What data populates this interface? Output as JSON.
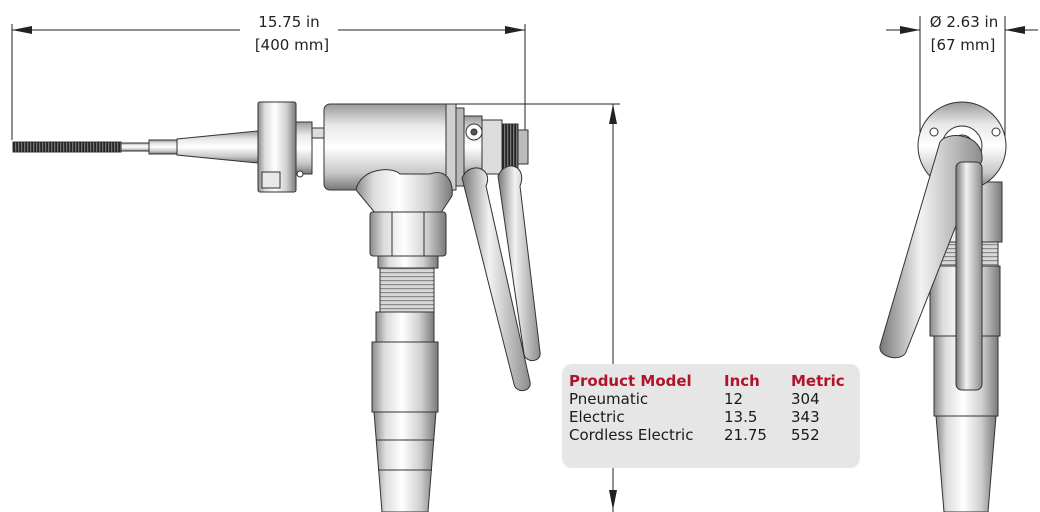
{
  "dimensions": {
    "length_in": "15.75 in",
    "length_mm": "[400 mm]",
    "diameter_in": "Ø 2.63 in",
    "diameter_mm": "[67 mm]"
  },
  "spec_table": {
    "header_color": "#b0142a",
    "headers": {
      "model": "Product Model",
      "inch": "Inch",
      "metric": "Metric"
    },
    "rows": [
      {
        "model": "Pneumatic",
        "inch": "12",
        "metric": "304"
      },
      {
        "model": "Electric",
        "inch": "13.5",
        "metric": "343"
      },
      {
        "model": "Cordless Electric",
        "inch": "21.75",
        "metric": "552"
      }
    ]
  }
}
